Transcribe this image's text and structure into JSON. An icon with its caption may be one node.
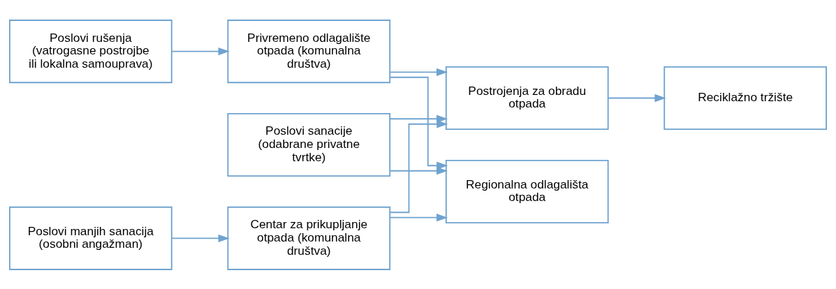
{
  "diagram": {
    "nodes": [
      {
        "text": [
          "Poslovi rušenja (vatrogasne postrojbe ili lokalna samouprava)"
        ]
      },
      {
        "text": [
          "Privremeno odlagalište otpada (komunalna društva)"
        ]
      },
      {
        "text": [
          "Postrojenja za obradu otpada"
        ]
      },
      {
        "text": [
          "Reciklažno tržište"
        ]
      },
      {
        "text": [
          "Poslovi sanacije (odabrane privatne tvrtke)"
        ]
      },
      {
        "text": [
          "Regionalna odlagališta otpada"
        ]
      },
      {
        "text": [
          "Poslovi manjih sanacija (osobni angažman)"
        ]
      },
      {
        "text": [
          "Centar za prikupljanje otpada (komunalna društva)"
        ]
      }
    ],
    "edges": [
      {
        "from": 0,
        "to": 1,
        "arrow": "to"
      },
      {
        "from": 1,
        "to": 2,
        "arrow": "to"
      },
      {
        "from": 2,
        "to": 3,
        "arrow": "to"
      },
      {
        "from": 4,
        "to": 2,
        "arrow": "to"
      },
      {
        "from": 1,
        "to": 5,
        "arrow": "to"
      },
      {
        "from": 4,
        "to": 5,
        "arrow": "to"
      },
      {
        "from": 6,
        "to": 7,
        "arrow": "to"
      },
      {
        "from": 7,
        "to": 2,
        "arrow": "to"
      },
      {
        "from": 7,
        "to": 5,
        "arrow": "to"
      }
    ]
  }
}
